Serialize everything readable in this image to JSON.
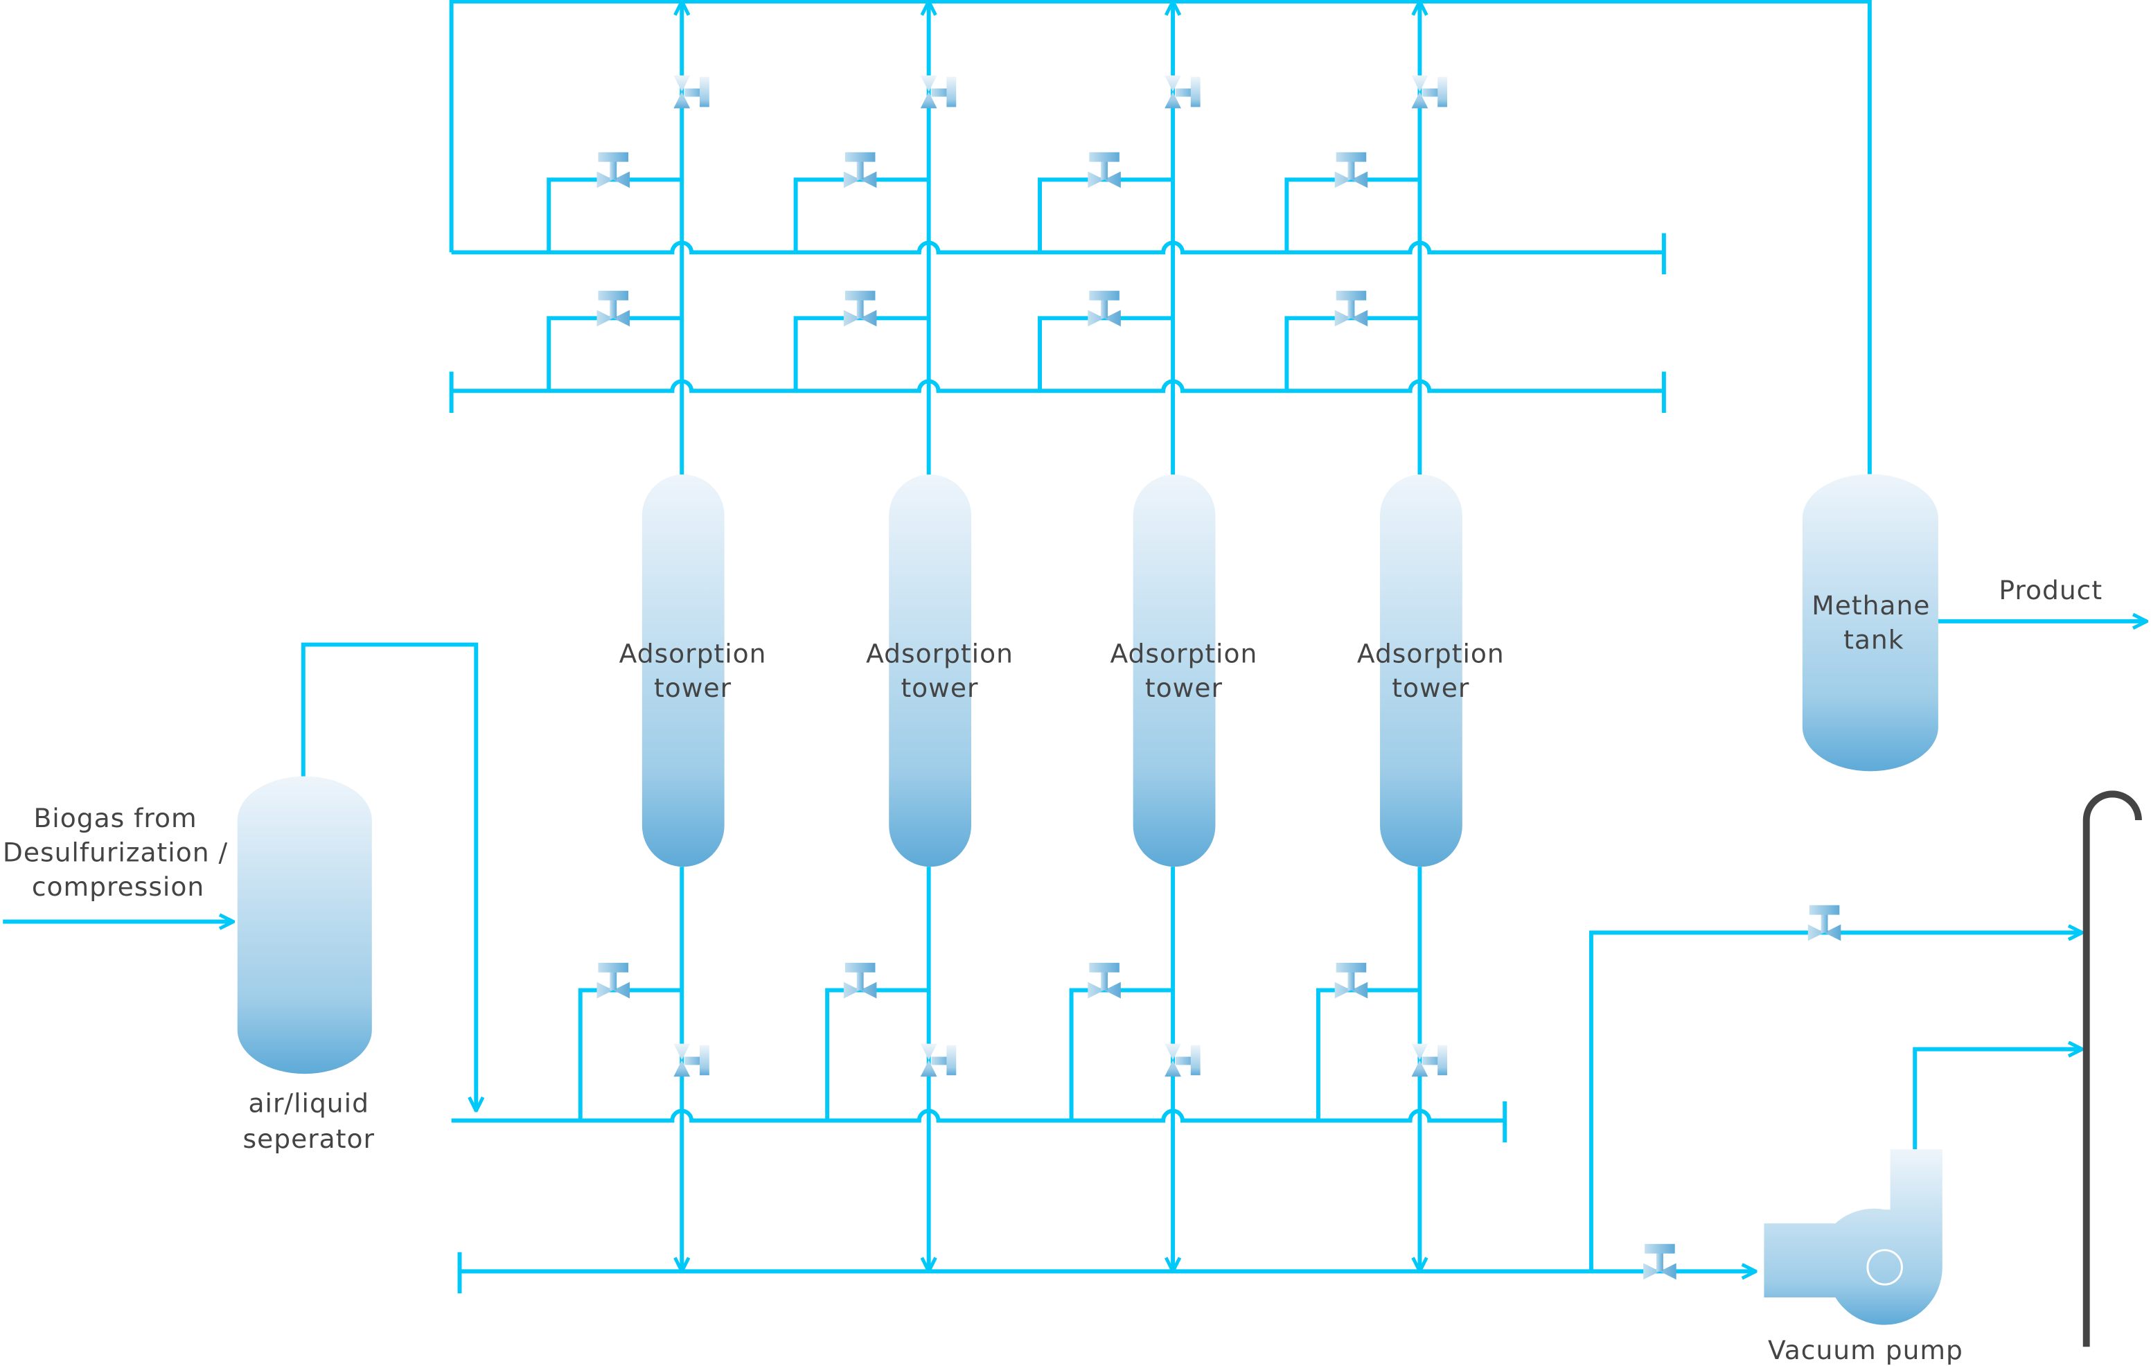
{
  "labels": {
    "biogas_line1": "Biogas from",
    "biogas_line2": "Desulfurization /",
    "biogas_line3": "compression",
    "separator_line1": "air/liquid",
    "separator_line2": "seperator",
    "tower_line1": "Adsorption",
    "tower_line2": "tower",
    "methane_line1": "Methane",
    "methane_line2": "tank",
    "product": "Product",
    "vacuum_pump": "Vacuum pump"
  },
  "tower_count": 4,
  "colors": {
    "pipe": "#00c8f8",
    "vessel_top": "#eef5fb",
    "vessel_bottom": "#5eaad8",
    "text": "#444444",
    "stack": "#444444"
  }
}
